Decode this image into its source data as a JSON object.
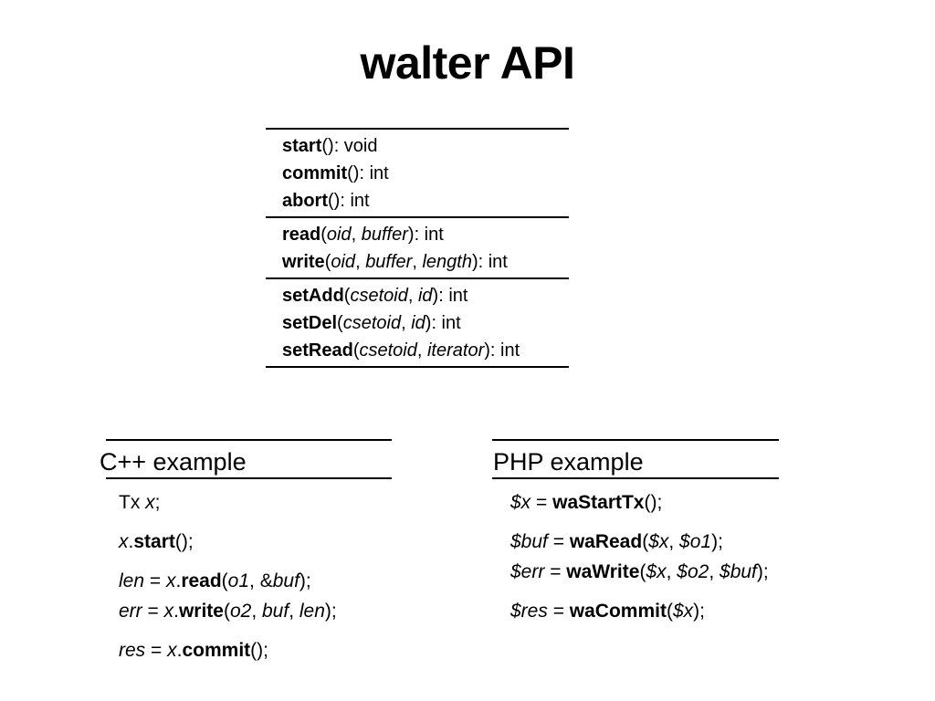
{
  "slide": {
    "title": "walter API"
  },
  "api": {
    "groups": [
      {
        "methods": [
          {
            "name": "start",
            "open": "(",
            "params": [],
            "close": "): void"
          },
          {
            "name": "commit",
            "open": "(",
            "params": [],
            "close": "): int"
          },
          {
            "name": "abort",
            "open": "(",
            "params": [],
            "close": "): int"
          }
        ]
      },
      {
        "methods": [
          {
            "name": "read",
            "open": "(",
            "params": [
              "oid",
              "buffer"
            ],
            "close": "): int"
          },
          {
            "name": "write",
            "open": "(",
            "params": [
              "oid",
              "buffer",
              "length"
            ],
            "close": "): int"
          }
        ]
      },
      {
        "methods": [
          {
            "name": "setAdd",
            "open": "(",
            "params": [
              "csetoid",
              "id"
            ],
            "close": "): int"
          },
          {
            "name": "setDel",
            "open": "(",
            "params": [
              "csetoid",
              "id"
            ],
            "close": "): int"
          },
          {
            "name": "setRead",
            "open": "(",
            "params": [
              "csetoid",
              "iterator"
            ],
            "close": "): int"
          }
        ]
      }
    ]
  },
  "cpp_example": {
    "title": "C++ example",
    "groups": [
      [
        [
          {
            "t": "Tx "
          },
          {
            "t": "x",
            "i": true
          },
          {
            "t": ";"
          }
        ]
      ],
      [
        [
          {
            "t": "x",
            "i": true
          },
          {
            "t": "."
          },
          {
            "t": "start",
            "b": true
          },
          {
            "t": "();"
          }
        ]
      ],
      [
        [
          {
            "t": "len",
            "i": true
          },
          {
            "t": " = "
          },
          {
            "t": "x",
            "i": true
          },
          {
            "t": "."
          },
          {
            "t": "read",
            "b": true
          },
          {
            "t": "("
          },
          {
            "t": "o1",
            "i": true
          },
          {
            "t": ", &"
          },
          {
            "t": "buf",
            "i": true
          },
          {
            "t": ");"
          }
        ],
        [
          {
            "t": "err",
            "i": true
          },
          {
            "t": " = "
          },
          {
            "t": "x",
            "i": true
          },
          {
            "t": "."
          },
          {
            "t": "write",
            "b": true
          },
          {
            "t": "("
          },
          {
            "t": "o2",
            "i": true
          },
          {
            "t": ", "
          },
          {
            "t": "buf",
            "i": true
          },
          {
            "t": ", "
          },
          {
            "t": "len",
            "i": true
          },
          {
            "t": ");"
          }
        ]
      ],
      [
        [
          {
            "t": "res",
            "i": true
          },
          {
            "t": " = "
          },
          {
            "t": "x",
            "i": true
          },
          {
            "t": "."
          },
          {
            "t": "commit",
            "b": true
          },
          {
            "t": "();"
          }
        ]
      ]
    ]
  },
  "php_example": {
    "title": "PHP example",
    "groups": [
      [
        [
          {
            "t": "$x",
            "i": true
          },
          {
            "t": " = "
          },
          {
            "t": "waStartTx",
            "b": true
          },
          {
            "t": "();"
          }
        ]
      ],
      [
        [
          {
            "t": "$buf",
            "i": true
          },
          {
            "t": " = "
          },
          {
            "t": "waRead",
            "b": true
          },
          {
            "t": "("
          },
          {
            "t": "$x",
            "i": true
          },
          {
            "t": ", "
          },
          {
            "t": "$o1",
            "i": true
          },
          {
            "t": ");"
          }
        ],
        [
          {
            "t": "$err",
            "i": true
          },
          {
            "t": " = "
          },
          {
            "t": "waWrite",
            "b": true
          },
          {
            "t": "("
          },
          {
            "t": "$x",
            "i": true
          },
          {
            "t": ", "
          },
          {
            "t": "$o2",
            "i": true
          },
          {
            "t": ", "
          },
          {
            "t": "$buf",
            "i": true
          },
          {
            "t": ");"
          }
        ]
      ],
      [
        [
          {
            "t": "$res",
            "i": true
          },
          {
            "t": " = "
          },
          {
            "t": "waCommit",
            "b": true
          },
          {
            "t": "("
          },
          {
            "t": "$x",
            "i": true
          },
          {
            "t": ");"
          }
        ]
      ]
    ]
  }
}
